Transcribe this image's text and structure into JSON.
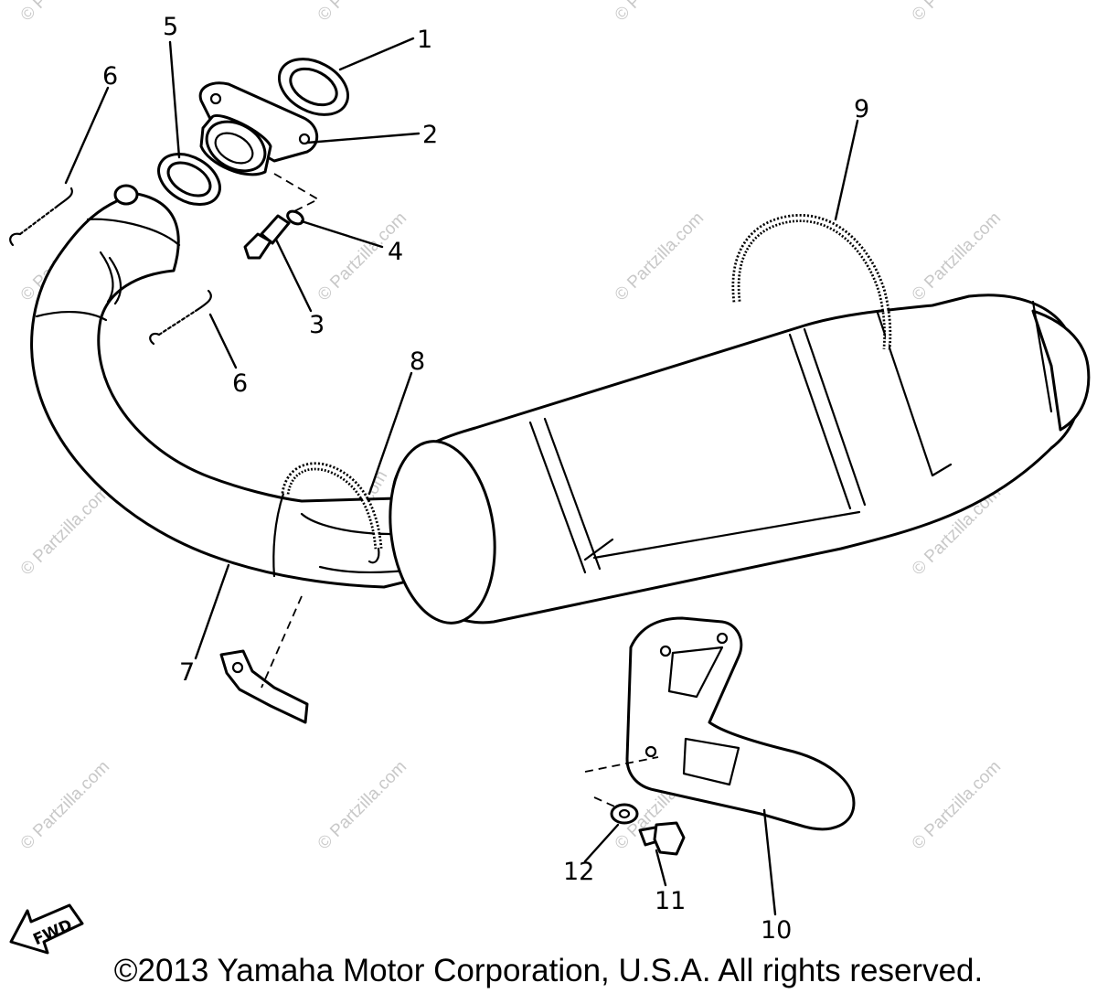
{
  "callouts": {
    "c1": "1",
    "c2": "2",
    "c3": "3",
    "c4": "4",
    "c5": "5",
    "c6a": "6",
    "c6b": "6",
    "c7": "7",
    "c8": "8",
    "c9": "9",
    "c10": "10",
    "c11": "11",
    "c12": "12"
  },
  "arrow_label": "FWD",
  "watermark": "© Partzilla.com",
  "copyright": "©2013 Yamaha Motor Corporation, U.S.A. All rights reserved."
}
